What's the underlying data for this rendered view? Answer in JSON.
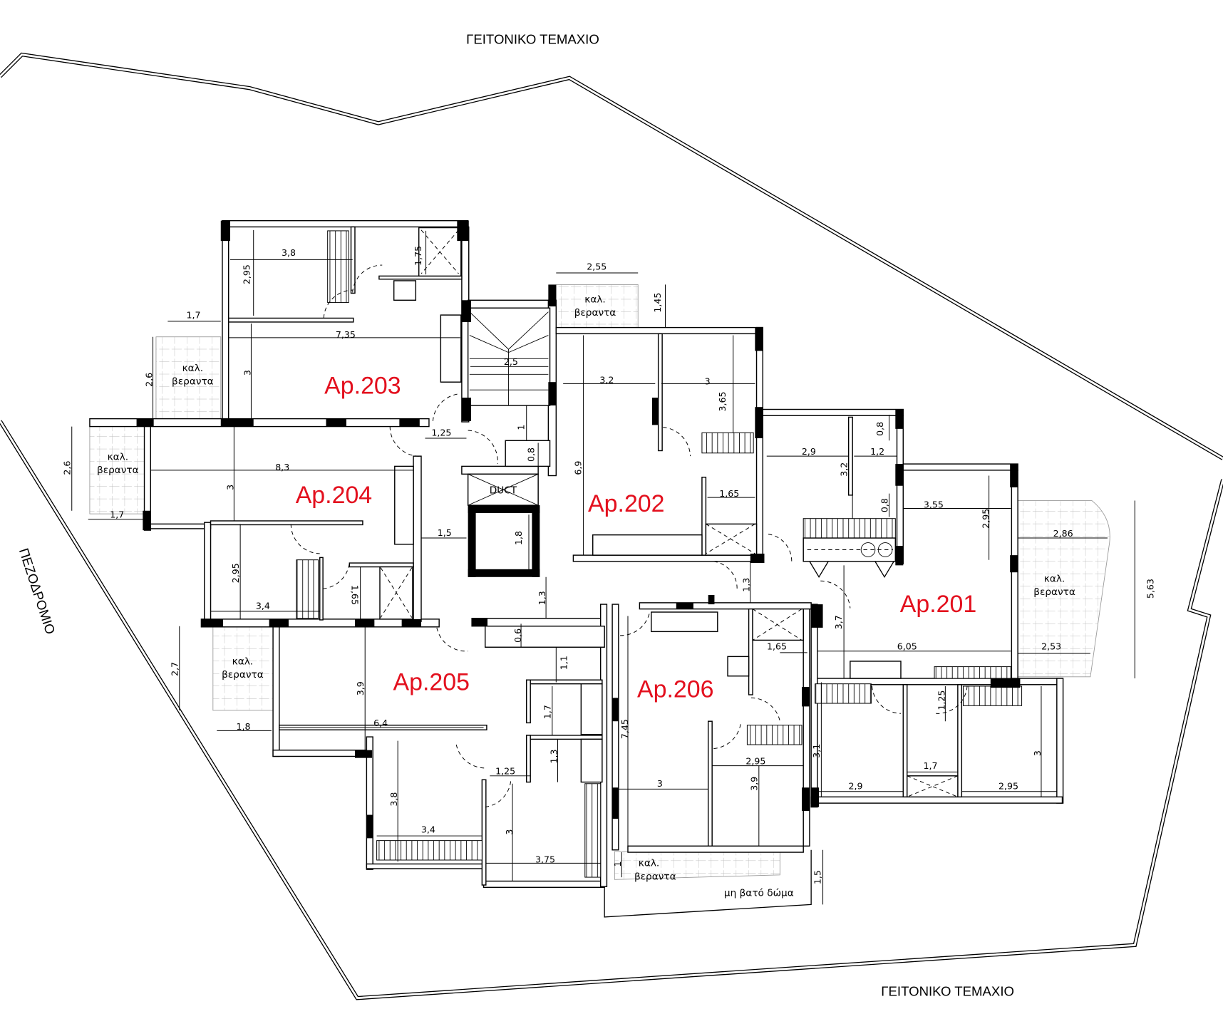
{
  "site": {
    "neighbor_top": "ΓΕΙΤΟΝΙΚΟ ΤΕΜΑΧΙΟ",
    "neighbor_bottom": "ΓΕΙΤΟΝΙΚΟ ΤΕΜΑΧΙΟ",
    "sidewalk": "ΠΕΖΟΔΡΟΜΙΟ",
    "non_walkable_roof": "μη βατό δώμα",
    "duct": "DUCT"
  },
  "apartments": [
    "Ap.201",
    "Ap.202",
    "Ap.203",
    "Ap.204",
    "Ap.205",
    "Ap.206"
  ],
  "veranda": {
    "line1": "καλ.",
    "line2": "βεραντα"
  },
  "accent_color": "#e3101e",
  "dimensions": [
    "3,8",
    "2,95",
    "1,75",
    "1,7",
    "7,35",
    "2,6",
    "3",
    "2,5",
    "1,25",
    "1",
    "0,8",
    "2,55",
    "1,45",
    "3,2",
    "3",
    "3,65",
    "6,9",
    "1,65",
    "8,3",
    "2,6",
    "3",
    "1,7",
    "1,5",
    "1,8",
    "2,95",
    "1,65",
    "3,4",
    "1,3",
    "1,3",
    "2,9",
    "3,2",
    "0,8",
    "1,2",
    "0,8",
    "3,55",
    "2,95",
    "2,86",
    "5,63",
    "3,7",
    "6,05",
    "2,53",
    "2,7",
    "1,8",
    "3,9",
    "6,4",
    "0,6",
    "1,1",
    "1,7",
    "1,65",
    "1,25",
    "1,3",
    "3,8",
    "3,4",
    "3",
    "3,75",
    "7,45",
    "3",
    "2,95",
    "3,9",
    "1,25",
    "3,1",
    "1,7",
    "3",
    "2,9",
    "2,95",
    "1",
    "1,5"
  ]
}
